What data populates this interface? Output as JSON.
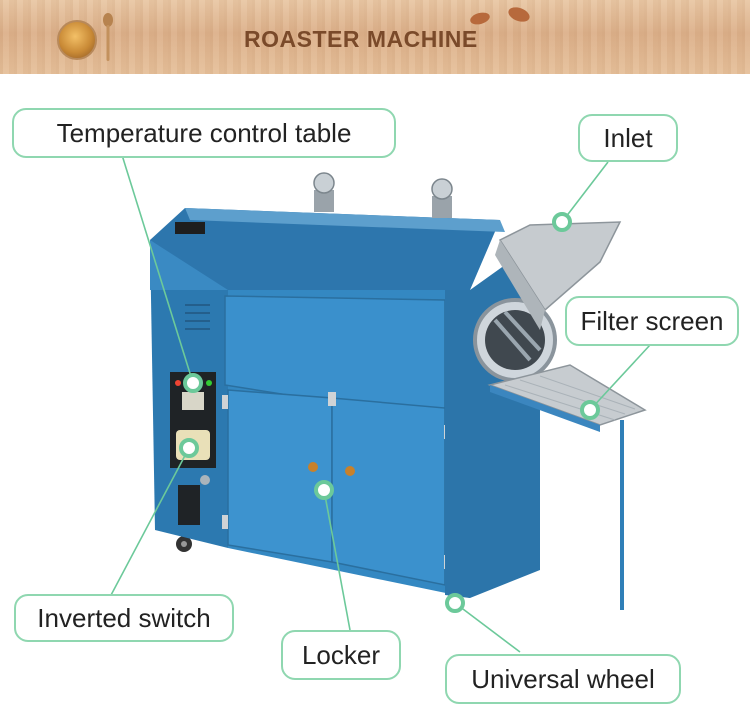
{
  "header": {
    "title": "ROASTER MACHINE"
  },
  "callouts": {
    "temperature_control_table": "Temperature control table",
    "inlet": "Inlet",
    "filter_screen": "Filter screen",
    "inverted_switch": "Inverted switch",
    "locker": "Locker",
    "universal_wheel": "Universal wheel"
  },
  "colors": {
    "accent": "#8fd7b0",
    "dot": "#6cc99a",
    "machine_blue": "#2f7fb8",
    "header_text": "#7a4a2a"
  }
}
